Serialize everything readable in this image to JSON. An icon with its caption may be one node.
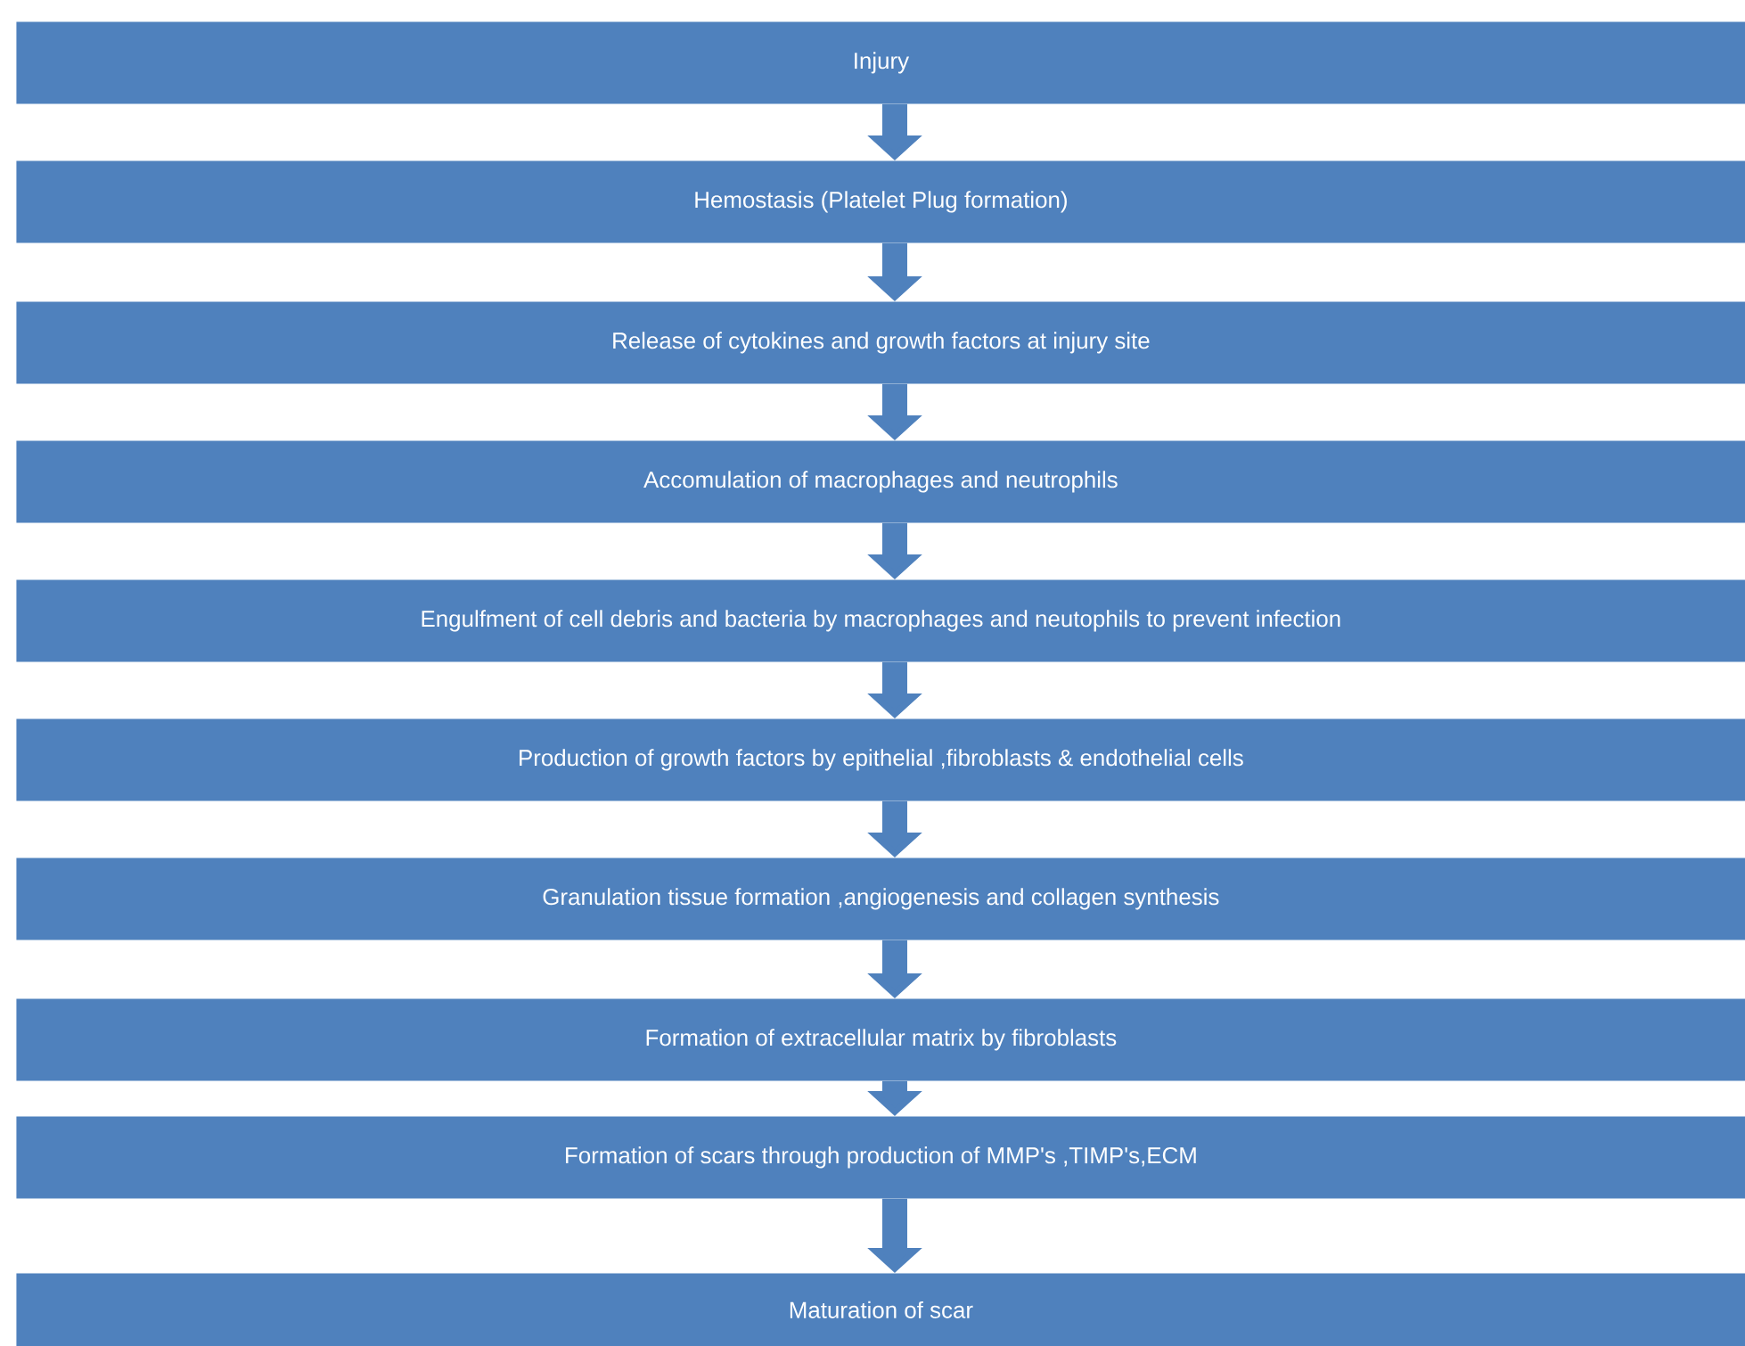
{
  "diagram": {
    "nodes": [
      {
        "text": [
          "Injury"
        ]
      },
      {
        "text": [
          "Hemostasis (Platelet Plug formation)"
        ]
      },
      {
        "text": [
          "Release of cytokines and growth factors at injury site"
        ]
      },
      {
        "text": [
          "Accomulation of macrophages and neutrophils"
        ]
      },
      {
        "text": [
          "Engulfment of cell debris and bacteria by macrophages and neutophils to prevent infection"
        ]
      },
      {
        "text": [
          "Production of growth factors by epithelial ,fibroblasts & endothelial cells"
        ]
      },
      {
        "text": [
          "Granulation tissue formation ,angiogenesis and collagen synthesis"
        ]
      },
      {
        "text": [
          "Formation of extracellular matrix by fibroblasts"
        ]
      },
      {
        "text": [
          "Formation of scars  through production of MMP's ,TIMP's,ECM"
        ]
      },
      {
        "text": [
          "Maturation of scar"
        ]
      }
    ],
    "edges": [
      {
        "from": 0,
        "to": 1,
        "arrow": "to"
      },
      {
        "from": 1,
        "to": 2,
        "arrow": "to"
      },
      {
        "from": 2,
        "to": 3,
        "arrow": "to"
      },
      {
        "from": 3,
        "to": 4,
        "arrow": "to"
      },
      {
        "from": 4,
        "to": 5,
        "arrow": "to"
      },
      {
        "from": 5,
        "to": 6,
        "arrow": "to"
      },
      {
        "from": 6,
        "to": 7,
        "arrow": "to"
      },
      {
        "from": 7,
        "to": 8,
        "arrow": "to"
      },
      {
        "from": 8,
        "to": 9,
        "arrow": "to"
      }
    ]
  }
}
